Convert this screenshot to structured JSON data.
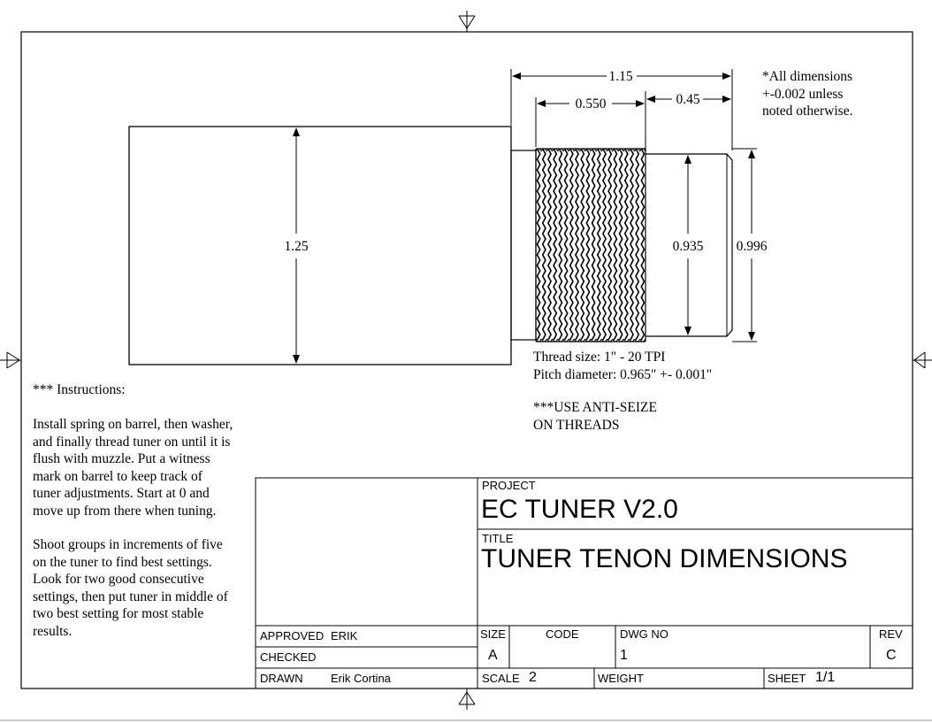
{
  "drawing": {
    "dimensions": {
      "overall_length": "1.15",
      "thread_length": "0.550",
      "shoulder_length": "0.45",
      "barrel_diameter": "1.25",
      "tenon_diameter": "0.935",
      "thread_diameter": "0.996"
    },
    "tolerance_note": "*All dimensions\n+-0.002 unless\nnoted otherwise.",
    "thread_note": "Thread size:  1\" - 20 TPI\nPitch diameter:  0.965\" +- 0.001\"",
    "antiseize_note": "***USE ANTI-SEIZE\n     ON THREADS"
  },
  "instructions": {
    "heading": "*** Instructions:",
    "paragraph_1": "Install spring on barrel, then washer,\nand finally thread tuner on until it is\nflush with muzzle.  Put a witness\nmark on barrel to keep track of\ntuner adjustments.  Start at 0 and\nmove up from there when tuning.",
    "paragraph_2": "Shoot groups in increments of five\non the tuner to find best settings.\nLook for two good consecutive\nsettings, then put tuner in middle of\ntwo best setting for most stable\nresults."
  },
  "title_block": {
    "project_label": "PROJECT",
    "project": "EC TUNER V2.0",
    "title_label": "TITLE",
    "title": "TUNER TENON DIMENSIONS",
    "approved_label": "APPROVED",
    "approved": "ERIK",
    "checked_label": "CHECKED",
    "drawn_label": "DRAWN",
    "drawn": "Erik Cortina",
    "size_label": "SIZE",
    "size": "A",
    "code_label": "CODE",
    "dwg_no_label": "DWG NO",
    "dwg_no": "1",
    "rev_label": "REV",
    "rev": "C",
    "scale_label": "SCALE",
    "scale": "2",
    "weight_label": "WEIGHT",
    "sheet_label": "SHEET",
    "sheet": "1/1"
  }
}
